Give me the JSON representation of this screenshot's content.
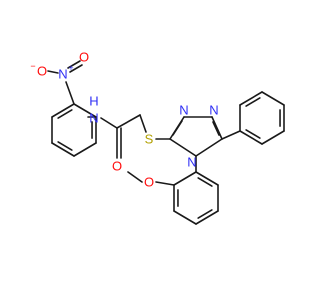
{
  "colors": {
    "bond": "#1a1a1a",
    "oxygen": "#ff0d0d",
    "nitrogen": "#2f2ff5",
    "sulfur": "#b2a000",
    "carbon": "#1a1a1a"
  },
  "labels": {
    "nitro_o_minus": "O",
    "nitro_minus_sign": "−",
    "nitro_n": "N",
    "nitro_plus_sign": "+",
    "nitro_o_double": "O",
    "amide_n": "N",
    "amide_h": "H",
    "amide_o": "O",
    "thioether_s": "S",
    "triazole_n1": "N",
    "triazole_n2": "N",
    "triazole_n4": "N",
    "methoxy_o": "O"
  }
}
